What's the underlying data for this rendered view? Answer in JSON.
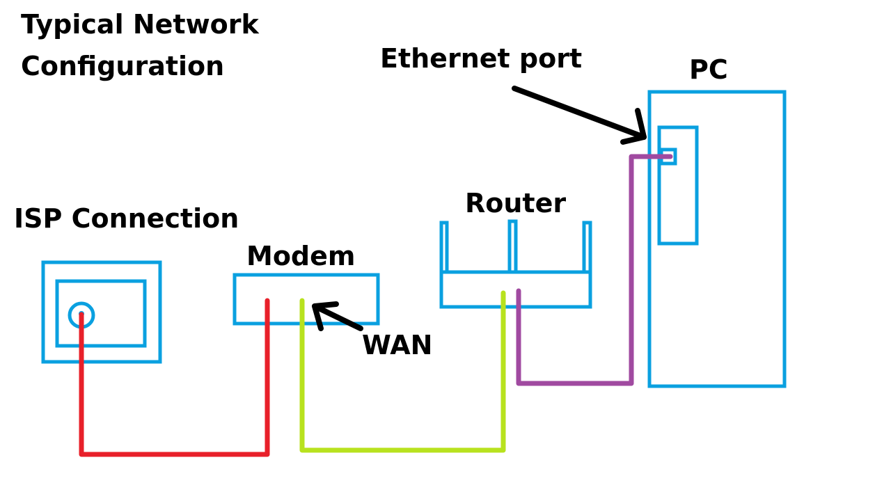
{
  "title": {
    "line1": "Typical Network",
    "line2": "Configuration"
  },
  "colors": {
    "device_outline": "#0aa0e0",
    "cable_isp_to_modem": "#e8202a",
    "cable_modem_to_router": "#b8e21e",
    "cable_router_to_pc": "#a04aa0",
    "pointer": "#000000"
  },
  "devices": {
    "isp": {
      "label": "ISP Connection",
      "icon": "coax-wall-outlet-icon"
    },
    "modem": {
      "label": "Modem",
      "icon": "modem-icon"
    },
    "router": {
      "label": "Router",
      "icon": "router-icon",
      "antennas": 3
    },
    "pc": {
      "label": "PC",
      "icon": "pc-tower-icon"
    }
  },
  "annotations": {
    "wan": {
      "label": "WAN",
      "target": "modem WAN port"
    },
    "ethernet": {
      "label": "Ethernet port",
      "target": "PC ethernet port"
    }
  },
  "connections": [
    {
      "from": "ISP Connection",
      "to": "Modem",
      "color_key": "cable_isp_to_modem"
    },
    {
      "from": "Modem",
      "to": "Router",
      "color_key": "cable_modem_to_router"
    },
    {
      "from": "Router",
      "to": "PC",
      "color_key": "cable_router_to_pc"
    }
  ]
}
